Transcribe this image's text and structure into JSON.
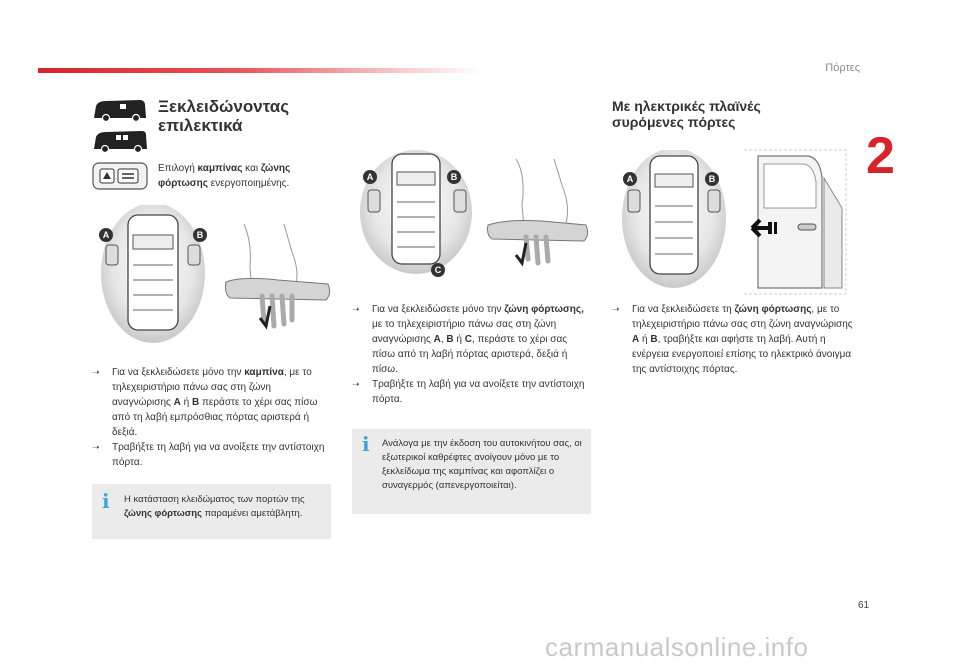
{
  "header": {
    "section": "Πόρτες",
    "chapter": "2",
    "page": "61"
  },
  "watermark": "carmanualsonline.info",
  "left": {
    "title_line1": "Ξεκλειδώνοντας",
    "title_line2": "επιλεκτικά",
    "intro": {
      "a": "Επιλογή ",
      "b": "καμπίνας",
      "c": " και ",
      "d": "ζώνης φόρτωσης",
      "e": " ενεργοποιημένης."
    },
    "steps": {
      "s1": {
        "a": "Για να ξεκλειδώσετε μόνο την ",
        "b": "καμπίνα",
        "c": ", με το τηλεχειριστήριο πάνω σας στη ζώνη αναγνώρισης ",
        "d": "A",
        "e": " ή ",
        "f": "B",
        "g": " περάστε το χέρι σας πίσω από τη λαβή εμπρόσθιας πόρτας αριστερά ή δεξιά."
      },
      "s2": "Τραβήξτε τη λαβή για να ανοίξετε την αντίστοιχη πόρτα."
    },
    "info": {
      "a": "Η κατάσταση κλειδώματος των πορτών της ",
      "b": "ζώνης φόρτωσης",
      "c": " παραμένει αμετάβλητη."
    }
  },
  "middle": {
    "steps": {
      "s1": {
        "a": "Για να ξεκλειδώσετε μόνο την ",
        "b": "ζώνη φόρτωσης,",
        "c": " με το τηλεχειριστήριο πάνω σας στη ζώνη αναγνώρισης ",
        "d": "A",
        "e": ", ",
        "f": "B",
        "g": " ή ",
        "h": "C",
        "i": ", περάστε το χέρι σας πίσω από τη λαβή πόρτας αριστερά, δεξιά ή πίσω."
      },
      "s2": "Τραβήξτε τη λαβή για να ανοίξετε την αντίστοιχη πόρτα."
    },
    "info": "Ανάλογα με την έκδοση του αυτοκινήτου σας, οι εξωτερικοί καθρέφτες ανοίγουν μόνο με το ξεκλείδωμα της καμπίνας και αφοπλίζει ο συναγερμός (απενεργοποιείται)."
  },
  "right": {
    "title_line1": "Με ηλεκτρικές πλαϊνές",
    "title_line2": "συρόμενες πόρτες",
    "steps": {
      "s1": {
        "a": "Για να ξεκλειδώσετε τη ",
        "b": "ζώνη φόρτωσης",
        "c": ", με το τηλεχειριστήριο πάνω σας στη ζώνη αναγνώρισης ",
        "d": "A",
        "e": " ή ",
        "f": "B",
        "g": ", τραβήξτε και αφήστε τη λαβή. Αυτή η ενέργεια ενεργοποιεί επίσης το ηλεκτρικό άνοιγμα της αντίστοιχης πόρτας."
      }
    }
  },
  "zone_labels": {
    "a": "A",
    "b": "B",
    "c": "C"
  },
  "colors": {
    "accent": "#d8232a",
    "info_icon": "#3ba9d8",
    "info_bg": "#ebebeb"
  },
  "icons": {
    "arrow": "arrow-icon",
    "info": "info-icon",
    "van": "van-icon"
  }
}
